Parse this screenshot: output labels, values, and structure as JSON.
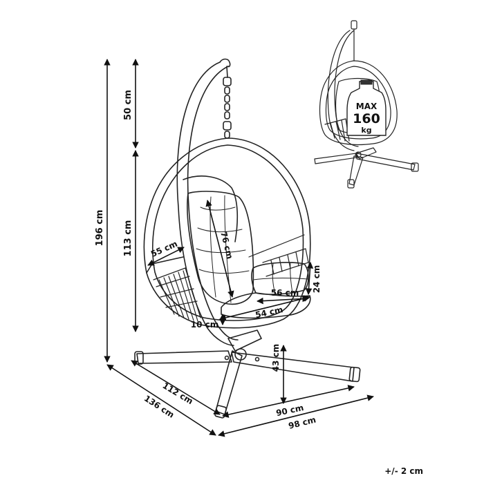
{
  "diagram": {
    "dimensions": {
      "total_height": "196 cm",
      "chain_height": "50 cm",
      "basket_height": "113 cm",
      "seat_depth_side": "55 cm",
      "backrest_height": "76 cm",
      "cushion_width": "56 cm",
      "armrest_height": "24 cm",
      "seat_width": "54 cm",
      "seat_thickness": "10 cm",
      "seat_ground_height": "43 cm",
      "stand_width": "90 cm",
      "stand_depth": "112 cm",
      "base_depth": "136 cm",
      "base_width": "98 cm"
    },
    "max_load": {
      "line1": "MAX",
      "line2": "160",
      "line3": "kg"
    },
    "tolerance": "+/- 2 cm"
  }
}
